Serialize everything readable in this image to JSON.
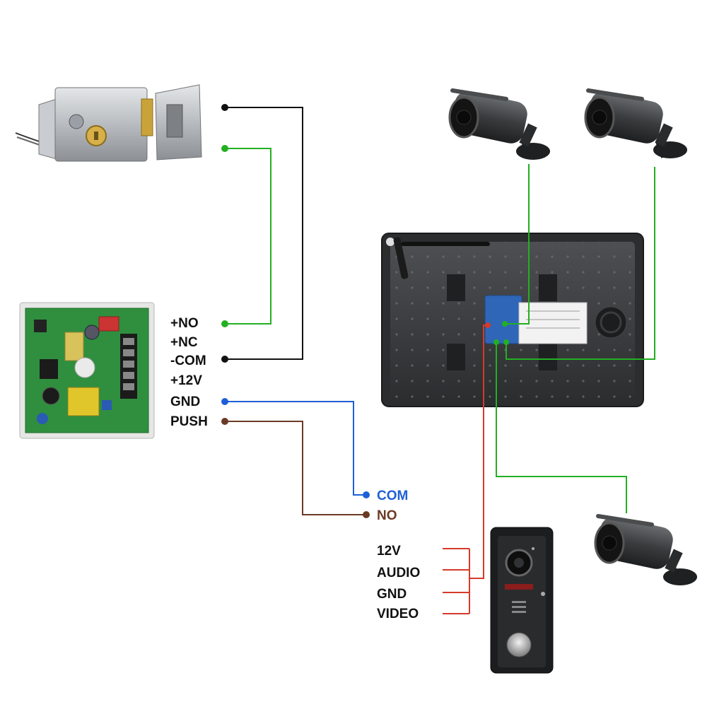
{
  "power_supply_terminals": [
    {
      "label": "+NO"
    },
    {
      "label": "+NC"
    },
    {
      "label": "-COM"
    },
    {
      "label": "+12V"
    },
    {
      "label": "GND"
    },
    {
      "label": "PUSH"
    }
  ],
  "exit_button_terminals": [
    {
      "label": "COM"
    },
    {
      "label": "NO"
    }
  ],
  "doorbell_wires": [
    {
      "label": "12V"
    },
    {
      "label": "AUDIO"
    },
    {
      "label": "GND"
    },
    {
      "label": "VIDEO"
    }
  ],
  "colors": {
    "black_wire": "#111111",
    "green_wire": "#22b022",
    "blue_wire": "#1f5fd6",
    "brown_wire": "#6b3a24",
    "red_wire": "#d63a2a",
    "com_label": "#1f5fd6",
    "no_label": "#6b3a24"
  }
}
